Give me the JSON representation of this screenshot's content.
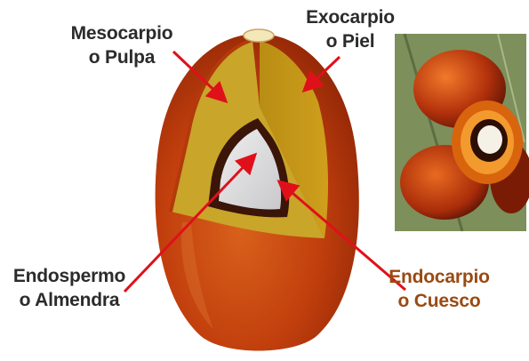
{
  "labels": {
    "mesocarp": [
      "Mesocarpio",
      "o Pulpa"
    ],
    "exocarp": [
      "Exocarpio",
      "o Piel"
    ],
    "endosperm": [
      "Endospermo",
      "o Almendra"
    ],
    "endocarp": [
      "Endocarpio",
      "o Cuesco"
    ]
  },
  "colors": {
    "skin": "#c23f0d",
    "pulp": "#c9a52a",
    "shell": "#3a1508",
    "kernel": "#d9d9db",
    "arrow": "#e0101a",
    "text_dark": "#2b2b2b",
    "text_endocarp": "#9a4a12"
  }
}
